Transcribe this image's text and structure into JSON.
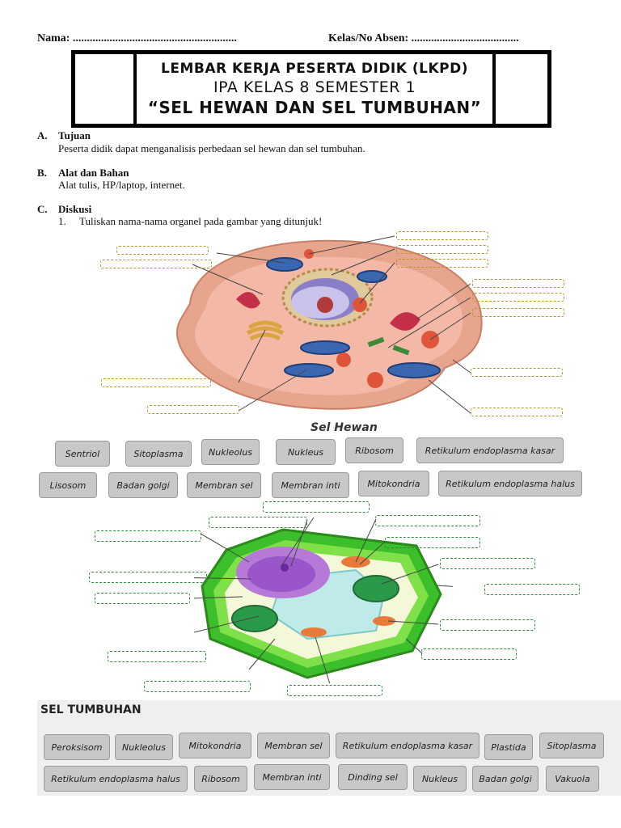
{
  "header": {
    "name_label": "Nama: ..........................................................",
    "class_label": "Kelas/No Absen: ......................................"
  },
  "title": {
    "line1": "LEMBAR KERJA PESERTA DIDIK (LKPD)",
    "line2": "IPA KELAS 8 SEMESTER 1",
    "line3": "“SEL HEWAN DAN SEL TUMBUHAN”"
  },
  "sections": [
    {
      "letter": "A.",
      "title": "Tujuan",
      "text": "Peserta didik dapat menganalisis perbedaan sel hewan dan sel tumbuhan."
    },
    {
      "letter": "B.",
      "title": "Alat dan Bahan",
      "text": "Alat tulis, HP/laptop, internet."
    },
    {
      "letter": "C.",
      "title": "Diskusi",
      "text": ""
    }
  ],
  "question": {
    "number": "1.",
    "text": "Tuliskan nama-nama organel pada gambar yang ditunjuk!"
  },
  "animal": {
    "caption": "Sel Hewan",
    "words_row1": [
      "Sentriol",
      "Sitoplasma",
      "Nukleolus",
      "Nukleus",
      "Ribosom",
      "Retikulum endoplasma kasar"
    ],
    "words_row2": [
      "Lisosom",
      "Badan golgi",
      "Membran sel",
      "Membran inti",
      "Mitokondria",
      "Retikulum endoplasma halus"
    ]
  },
  "plant": {
    "caption": "SEL TUMBUHAN",
    "words_row1": [
      "Peroksisom",
      "Nukleolus",
      "Mitokondria",
      "Membran sel",
      "Retikulum endoplasma kasar",
      "Plastida",
      "Sitoplasma"
    ],
    "words_row2": [
      "Retikulum endoplasma halus",
      "Ribosom",
      "Membran inti",
      "Dinding sel",
      "Nukleus",
      "Badan golgi",
      "Vakuola"
    ]
  },
  "colors": {
    "animal_blank": "#b8962a",
    "plant_blank": "#2e8a3a",
    "pill_bg": "#c8c8c8"
  }
}
